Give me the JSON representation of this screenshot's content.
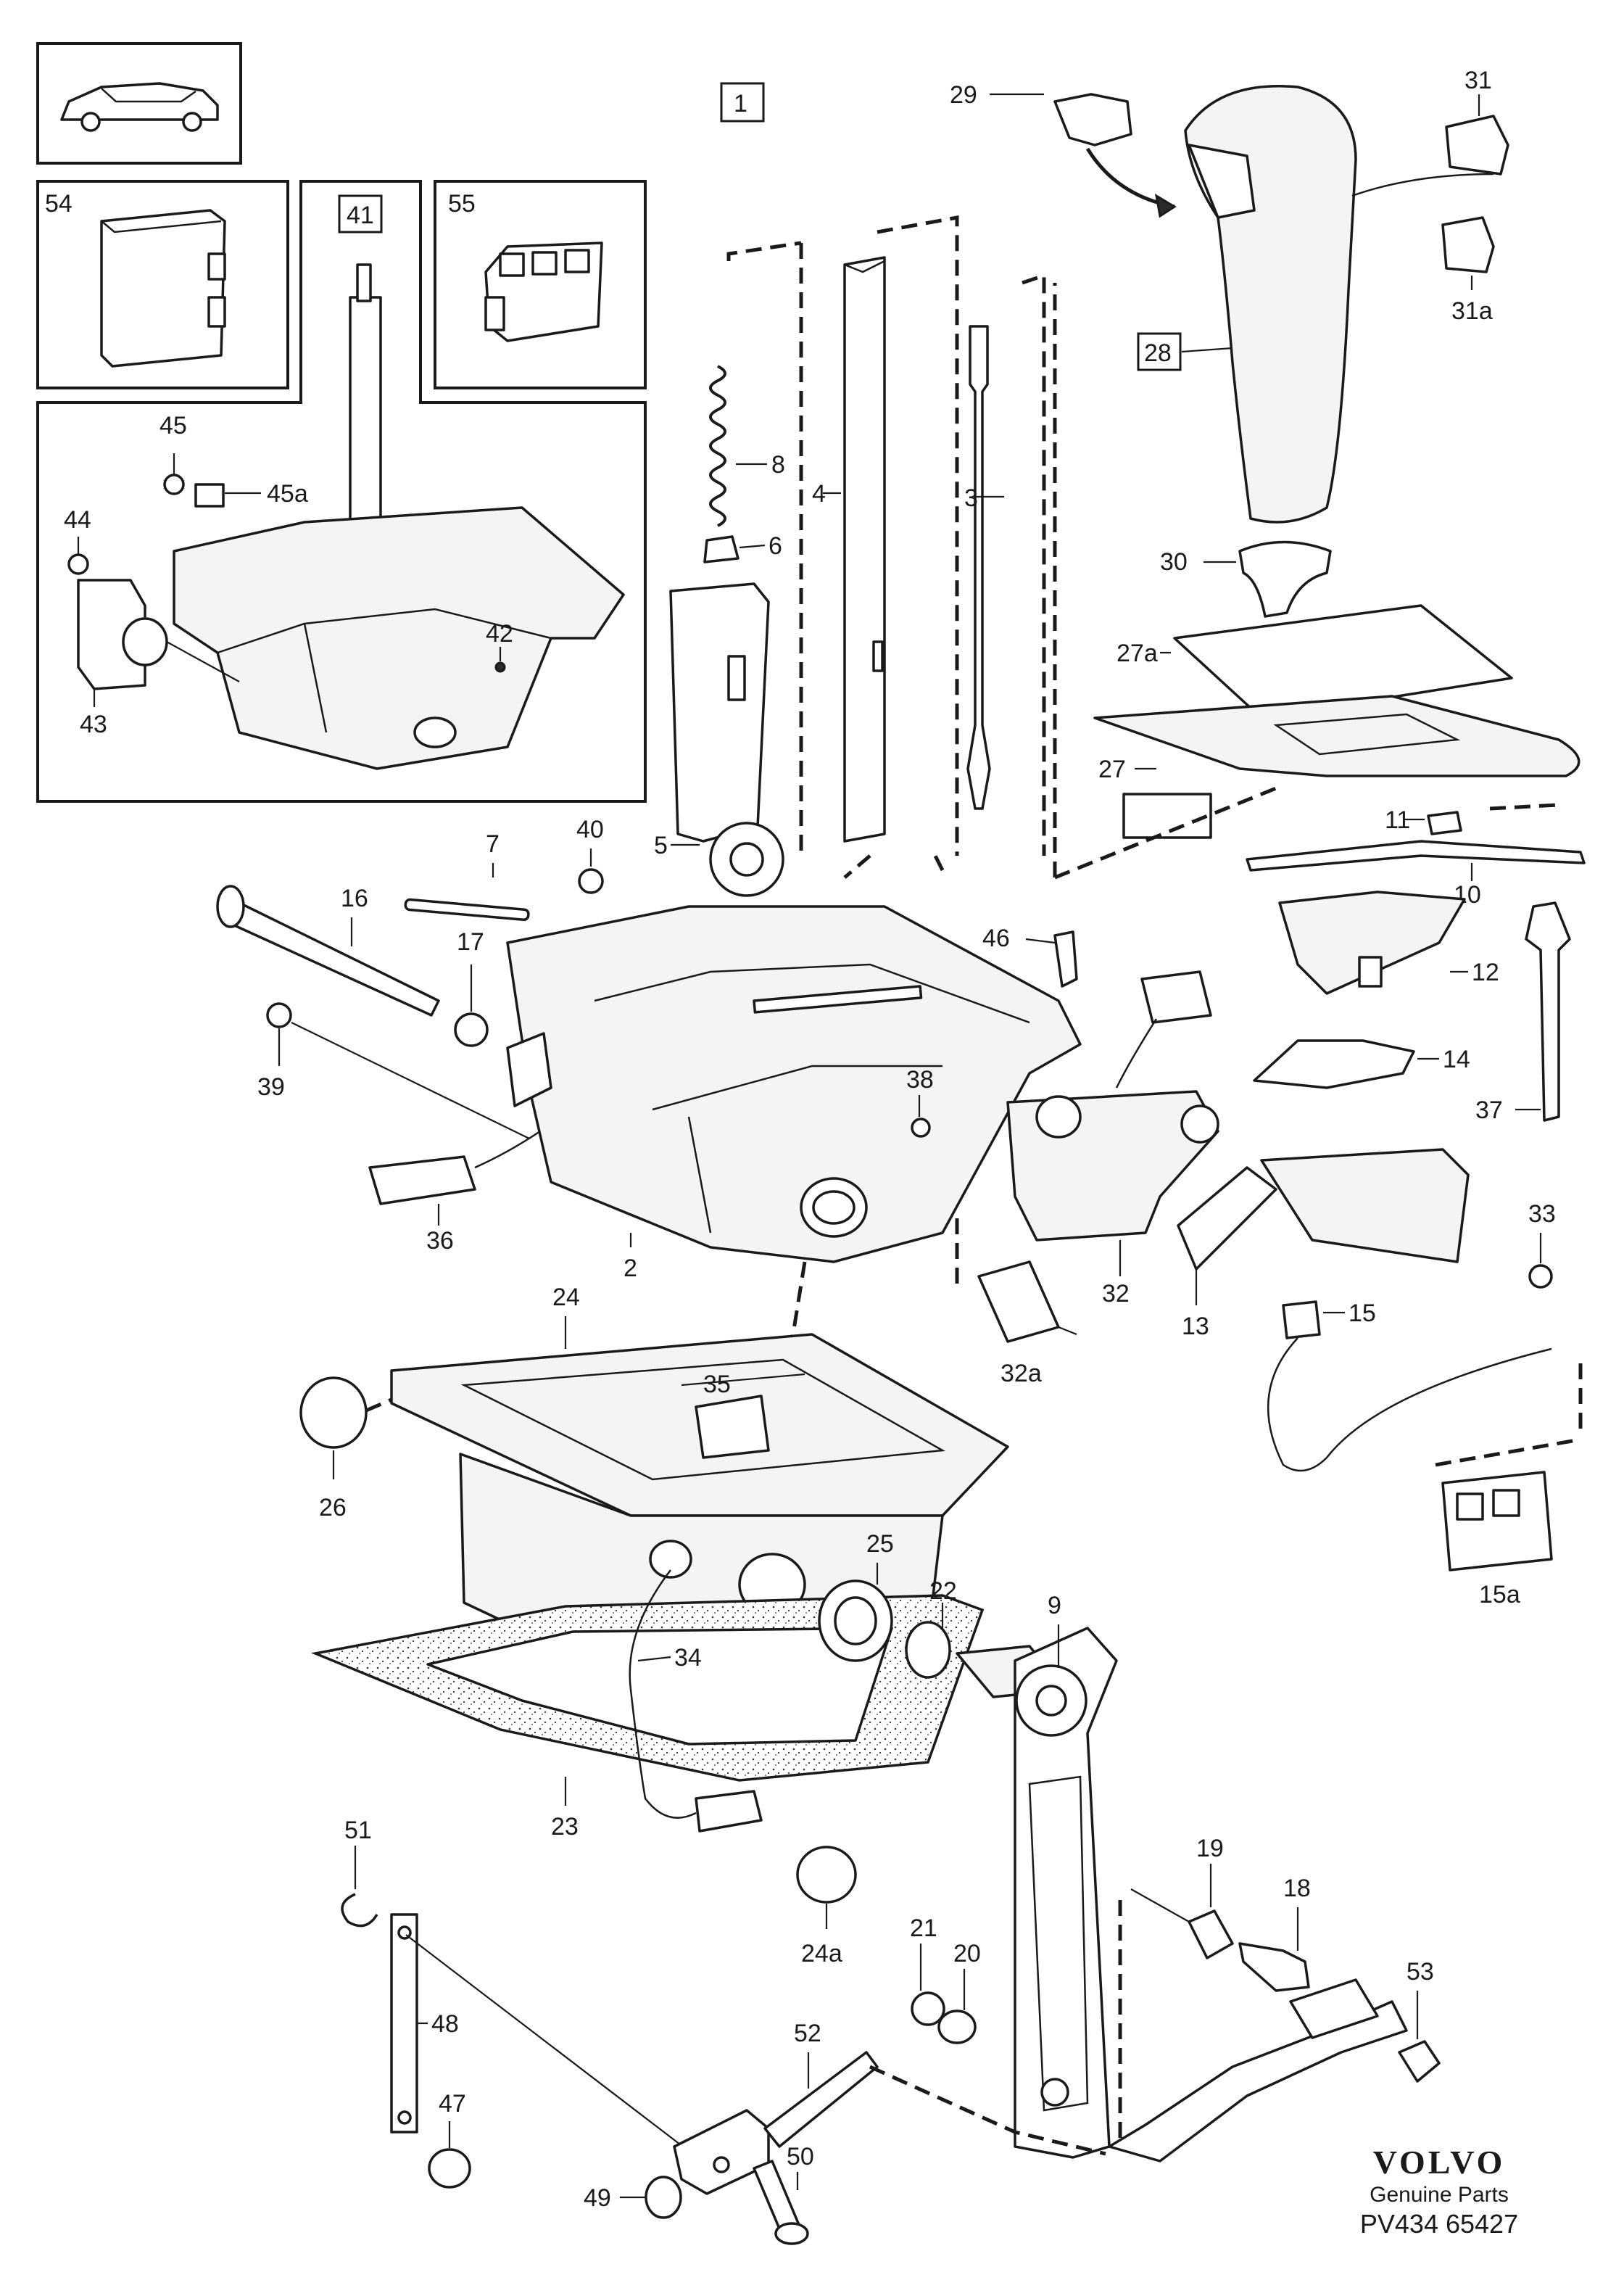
{
  "labels": {
    "l1": "1",
    "l2": "2",
    "l3": "3",
    "l4": "4",
    "l5": "5",
    "l6": "6",
    "l7": "7",
    "l8": "8",
    "l9": "9",
    "l10": "10",
    "l11": "11",
    "l12": "12",
    "l13": "13",
    "l14": "14",
    "l15": "15",
    "l15a": "15a",
    "l16": "16",
    "l17": "17",
    "l18": "18",
    "l19": "19",
    "l20": "20",
    "l21": "21",
    "l22": "22",
    "l23": "23",
    "l24": "24",
    "l24a": "24a",
    "l25": "25",
    "l26": "26",
    "l27": "27",
    "l27a": "27a",
    "l28": "28",
    "l29": "29",
    "l30": "30",
    "l31": "31",
    "l31a": "31a",
    "l32": "32",
    "l32a": "32a",
    "l33": "33",
    "l34": "34",
    "l35": "35",
    "l36": "36",
    "l37": "37",
    "l38": "38",
    "l39": "39",
    "l40": "40",
    "l41": "41",
    "l42": "42",
    "l43": "43",
    "l44": "44",
    "l45": "45",
    "l45a": "45a",
    "l46": "46",
    "l47": "47",
    "l48": "48",
    "l49": "49",
    "l50": "50",
    "l51": "51",
    "l52": "52",
    "l53": "53",
    "l54": "54",
    "l55": "55"
  },
  "brand": {
    "logo": "VOLVO",
    "subtitle": "Genuine Parts",
    "reference": "PV434 65427"
  },
  "colors": {
    "ink": "#1a1a1a",
    "paper": "#ffffff"
  }
}
